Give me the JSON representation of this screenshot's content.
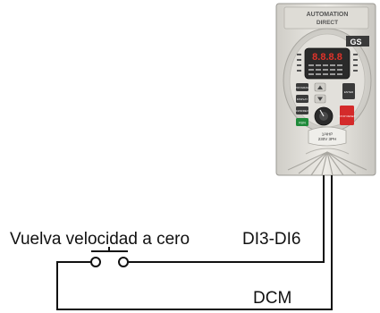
{
  "labels": {
    "switch_label": "Vuelva velocidad a cero",
    "terminal_input": "DI3-DI6",
    "terminal_common": "DCM"
  },
  "drive": {
    "brand_line1": "AUTOMATION",
    "brand_line2": "DIRECT",
    "display_digits": "8.8.8.8",
    "rating_line1": "1/4HP",
    "rating_line2": "230V 3PH",
    "key_program": "PROGRAM",
    "key_display": "DISPLAY",
    "key_fwd_rev": "FWD/REV",
    "key_enter": "ENTER",
    "key_run": "RUN",
    "key_stop": "STOP RESET",
    "logo_text": "GS"
  },
  "colors": {
    "wire": "#111111",
    "drive_body": "#e6e4df",
    "drive_panel": "#d6d4cf",
    "display_bg": "#2a2a2a",
    "display_led": "#e0332a",
    "run_key": "#1f8a3a",
    "stop_key": "#d42a2a"
  }
}
